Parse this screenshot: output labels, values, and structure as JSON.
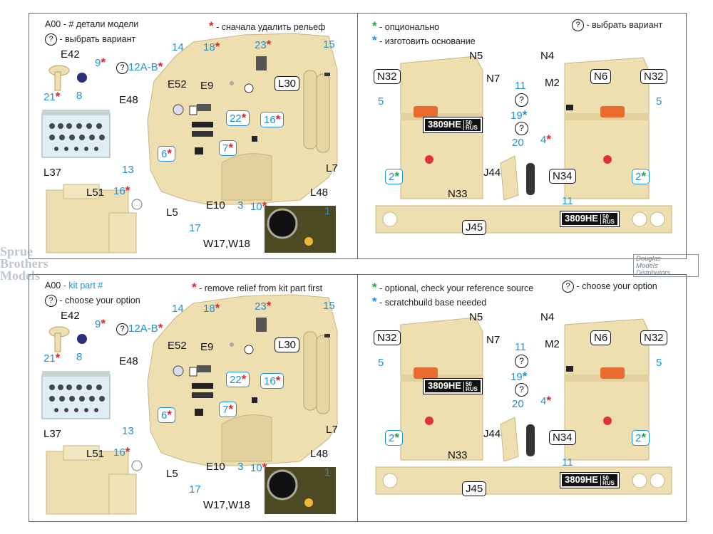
{
  "ru": {
    "legend": {
      "a00": "A00",
      "kit_part": "- # детали модели",
      "choose": "- выбрать вариант",
      "remove_relief": "- сначала удалить рельеф",
      "optional": "- опционально",
      "scratchbuild": "- изготовить основание",
      "choose_right": "- выбрать вариант"
    }
  },
  "en": {
    "legend": {
      "a00": "A00",
      "kit_part": "- kit part #",
      "choose": "- choose your option",
      "remove_relief": "- remove relief from kit part first",
      "optional": "- optional, check your reference source",
      "scratchbuild": "- scratchbuild base needed",
      "choose_right": "- choose your option"
    }
  },
  "symbols": {
    "star": "*",
    "question": "?"
  },
  "left_labels": {
    "e42": "E42",
    "n9": "9",
    "n12ab": "12A-B",
    "n14": "14",
    "n18": "18",
    "n23": "23",
    "n15": "15",
    "l30": "L30",
    "n21": "21",
    "n8": "8",
    "e48": "E48",
    "e52": "E52",
    "e9": "E9",
    "n22": "22",
    "n16a": "16",
    "n6": "6",
    "n7": "7",
    "l37": "L37",
    "n13": "13",
    "l7": "L7",
    "l51": "L51",
    "n16b": "16",
    "l5": "L5",
    "e10": "E10",
    "n3": "3",
    "n10": "10",
    "l48": "L48",
    "n17": "17",
    "n1": "1",
    "w17": "W17,W18"
  },
  "right_labels": {
    "n5a": "N5",
    "n4": "N4",
    "n32a": "N32",
    "n7": "N7",
    "n11a": "11",
    "m2": "M2",
    "n6": "N6",
    "n32b": "N32",
    "num5a": "5",
    "num5b": "5",
    "n19": "19",
    "n20": "20",
    "num4": "4",
    "n2a": "2",
    "n2b": "2",
    "j44": "J44",
    "n34": "N34",
    "n33": "N33",
    "n11b": "11",
    "j45": "J45"
  },
  "plate": {
    "number": "3809",
    "suffix": "НЕ",
    "small_top": "50",
    "small_bottom": "RUS"
  },
  "watermark": {
    "line1": "Sprue",
    "line2": "Brothers",
    "line3": "Models"
  },
  "logo": {
    "line1": "Douglas",
    "line2": "Models",
    "line3": "Distributors"
  },
  "colors": {
    "accent_red": "#e0242c",
    "accent_green": "#1aa64a",
    "accent_blue": "#1e90d6",
    "resin_tan": "#eedfb0"
  }
}
